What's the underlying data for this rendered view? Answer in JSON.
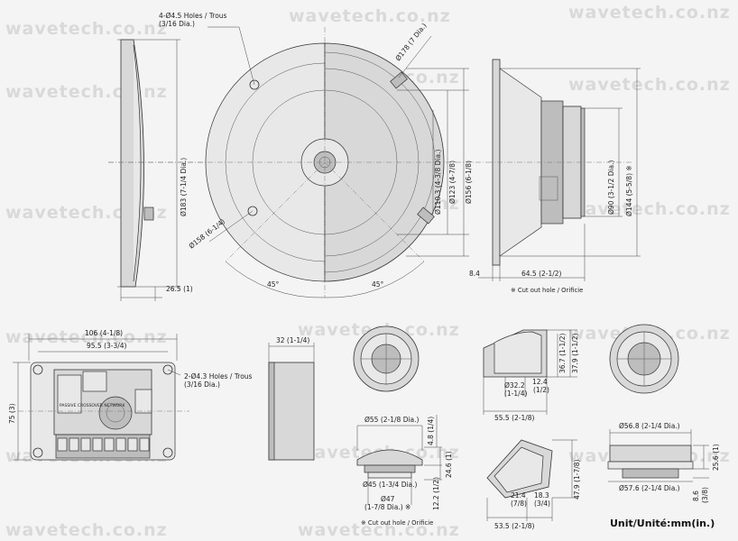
{
  "watermark": "wavetech.co.nz",
  "unit_label": "Unit/Unité:mm(in.)",
  "woofer": {
    "holes": "4-Ø4.5 Holes / Trous",
    "holes_dia": "(3/16 Dia.)",
    "dia_183": "Ø183 (7-1/4 Dia.)",
    "dia_158": "Ø158 (6-1/4)",
    "dia_178": "Ø178 (7 Dia.)",
    "dia_110": "Ø110.3 (4-3/8 Dia.)",
    "dia_123": "Ø123 (4-7/8)",
    "dia_156": "Ø156 (6-1/8)",
    "dia_90": "Ø90 (3-1/2 Dia.)",
    "dia_144": "Ø144 (5-5/8) ※",
    "dim_26_5": "26.5 (1)",
    "angle_left": "45°",
    "angle_right": "45°",
    "dim_8_4": "8.4",
    "dim_64_5": "64.5 (2-1/2)",
    "cutout": "※ Cut out hole / Orificie"
  },
  "crossover": {
    "w106": "106 (4-1/8)",
    "w95_5": "95.5 (3-3/4)",
    "h75": "75 (3)",
    "holes": "2-Ø4.3 Holes / Trous",
    "holes_dia": "(3/16 Dia.)",
    "pcb_text": "PASSIVE CROSSOVER NETWORK",
    "depth": "32 (1-1/4)"
  },
  "tweeter": {
    "dia_32_2": "Ø32.2",
    "dia_32_2_in": "(1-1/4)",
    "dim_12_4": "12.4",
    "dim_12_4_in": "(1/2)",
    "dim_36_7": "36.7 (1-1/2)",
    "dim_37_9": "37.9 (1-1/2)",
    "dim_55_5": "55.5 (2-1/8)",
    "dia_55": "Ø55 (2-1/8 Dia.)",
    "dim_4_8": "4.8 (1/4)",
    "dim_24_6": "24.6 (1)",
    "dim_12_2": "12.2 (1/2)",
    "dia_45": "Ø45 (1-3/4 Dia.)",
    "dia_47": "Ø47",
    "dia_47_in": "(1-7/8 Dia.) ※",
    "cutout": "※ Cut out hole / Orificie",
    "dim_47_9": "47.9 (1-7/8)",
    "dim_21_4": "21.4",
    "dim_21_4_in": "(7/8)",
    "dim_18_3": "18.3",
    "dim_18_3_in": "(3/4)",
    "dim_53_5": "53.5 (2-1/8)",
    "dia_56_8": "Ø56.8 (2-1/4 Dia.)",
    "dia_57_6": "Ø57.6 (2-1/4 Dia.)",
    "dim_25_6": "25.6 (1)",
    "dim_8_6": "8.6",
    "dim_8_6_in": "(3/8)"
  }
}
